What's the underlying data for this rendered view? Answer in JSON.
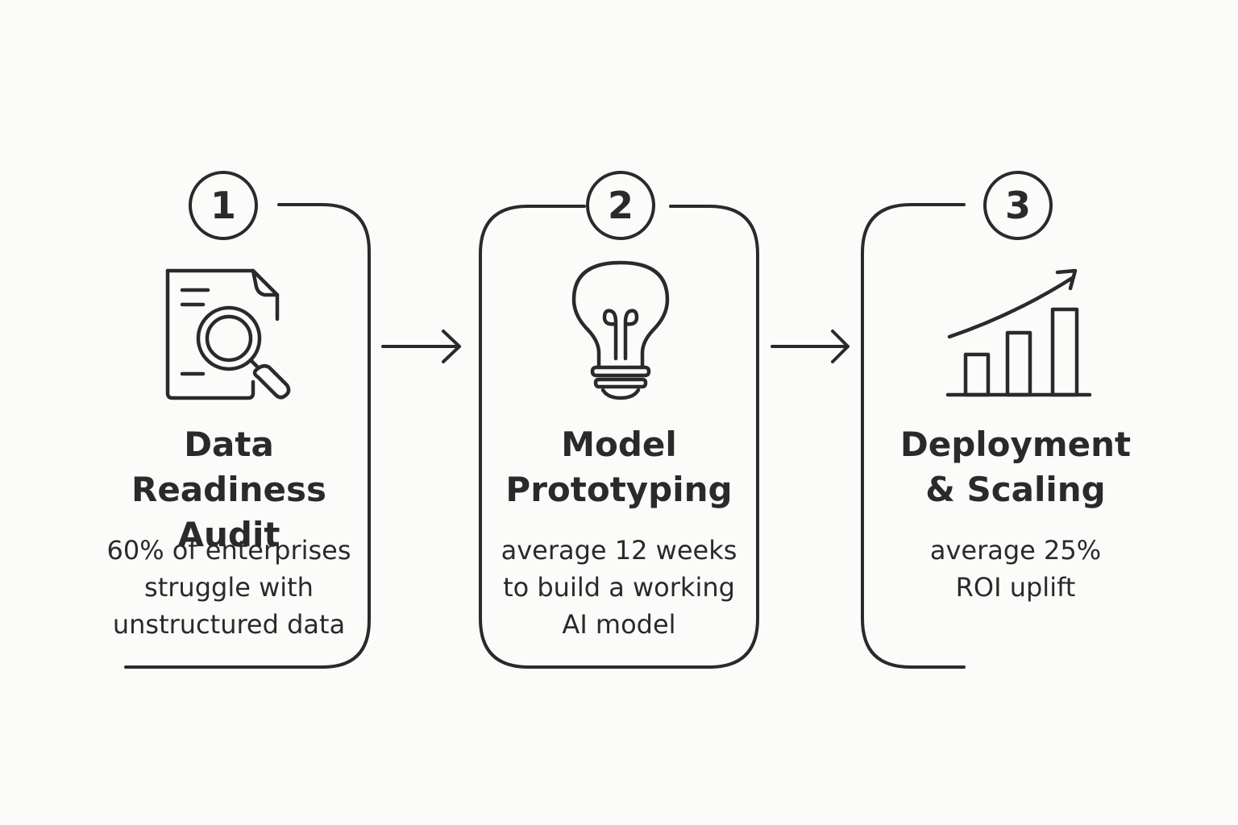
{
  "steps": [
    {
      "number": "1",
      "icon": "magnifying-glass-document-icon",
      "title_lines": [
        "Data Readiness",
        "Audit"
      ],
      "desc_lines": [
        "60% of enterprises",
        "struggle with",
        "unstructured data"
      ]
    },
    {
      "number": "2",
      "icon": "lightbulb-icon",
      "title_lines": [
        "Model",
        "Prototyping"
      ],
      "desc_lines": [
        "average 12 weeks",
        "to build a working",
        "AI model"
      ]
    },
    {
      "number": "3",
      "icon": "growth-bar-chart-icon",
      "title_lines": [
        "Deployment",
        "& Scaling"
      ],
      "desc_lines": [
        "average 25%",
        "ROI uplift"
      ]
    }
  ],
  "colors": {
    "stroke": "#2a2a2a",
    "background": "#fbfbf9"
  }
}
